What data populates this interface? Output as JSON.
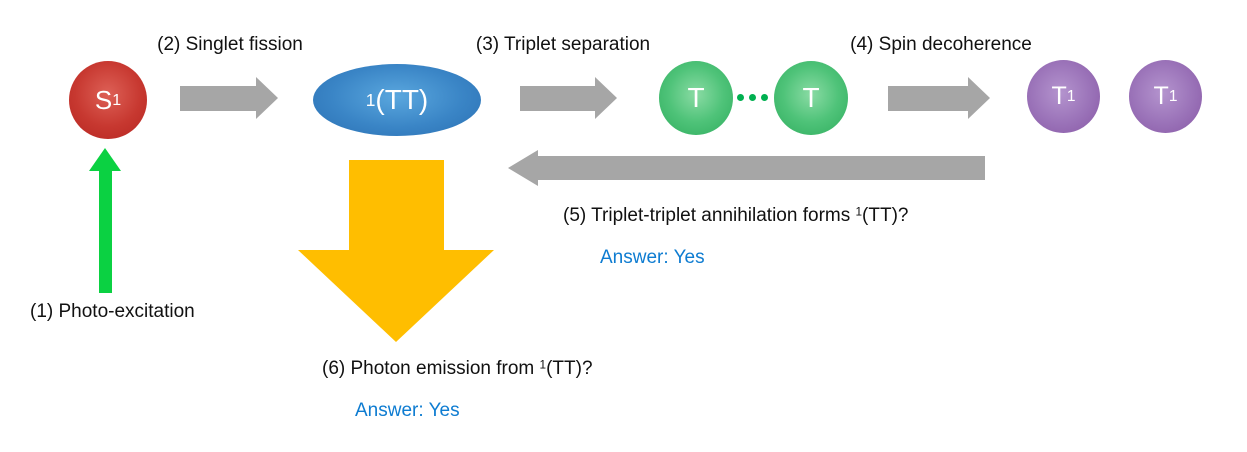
{
  "diagram": {
    "background": "#FFFFFF",
    "nodes": {
      "s1": {
        "main": "S",
        "sub": "1"
      },
      "tt": {
        "sup": "1",
        "main": "(TT)"
      },
      "t_left": {
        "main": "T"
      },
      "t_right": {
        "main": "T"
      },
      "t1_left": {
        "main": "T",
        "sub": "1"
      },
      "t1_right": {
        "main": "T",
        "sub": "1"
      }
    },
    "steps": {
      "s1_label": "(1) Photo-excitation",
      "s2_label": "(2) Singlet fission",
      "s3_label": "(3) Triplet separation",
      "s4_label": "(4) Spin decoherence",
      "s5": {
        "prefix": "(5) Triplet-triplet annihilation forms ",
        "sup": "1",
        "suffix": "(TT)?",
        "answer": "Answer: Yes"
      },
      "s6": {
        "prefix": "(6) Photon emission from ",
        "sup": "1",
        "suffix": "(TT)?",
        "answer": "Answer: Yes"
      }
    },
    "colors": {
      "arrow_gray": "#A6A6A6",
      "arrow_green": "#0BD142",
      "arrow_orange": "#FFBE00",
      "answer_blue": "#0E7CD1",
      "coupling_dot_green": "#00B050",
      "node_red": "#C73830",
      "node_blue": "#3A85C6",
      "node_green": "#4FC379",
      "node_purple": "#9A72B8",
      "node_text": "#FFFFFF",
      "label_text": "#111111"
    }
  }
}
